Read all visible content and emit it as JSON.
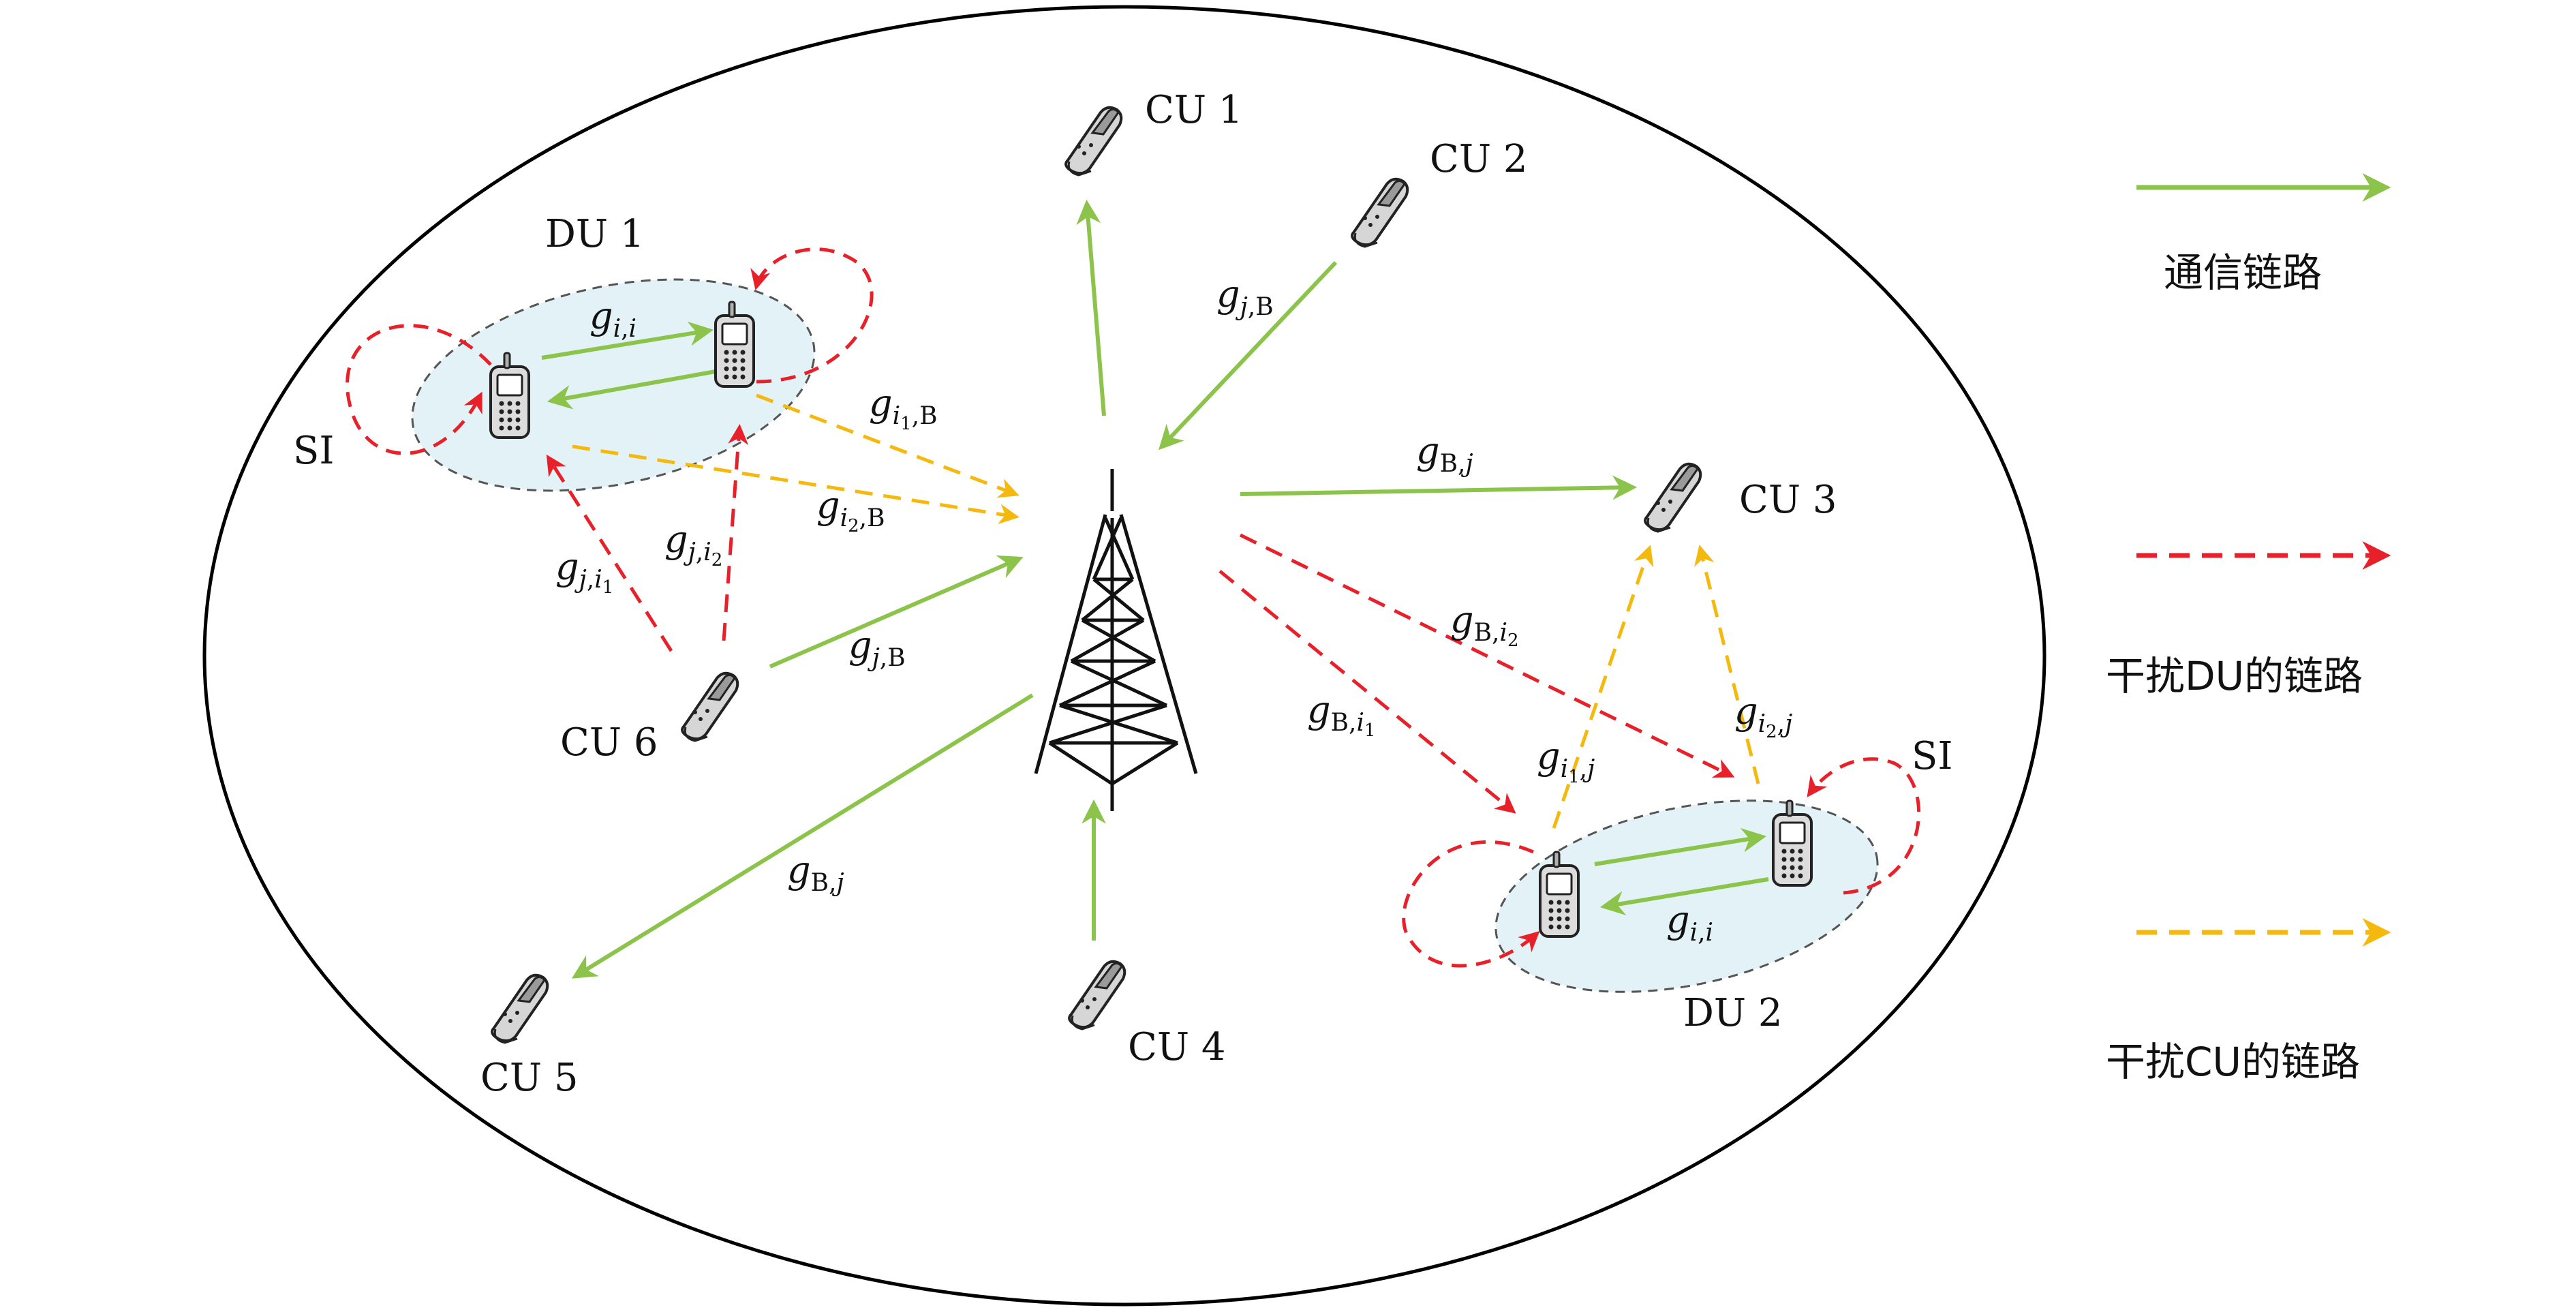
{
  "colors": {
    "communication": "#8cc34a",
    "interfere_du": "#e8202a",
    "interfere_cu": "#f5b80c",
    "du_fill": "#e3f2f7",
    "phone_fill": "#c8c8c8",
    "ellipse_stroke": "#000000"
  },
  "legend": {
    "communication": "通信链路",
    "interfere_du": "干扰DU的链路",
    "interfere_cu": "干扰CU的链路"
  },
  "nodes": {
    "cu1": "CU 1",
    "cu2": "CU 2",
    "cu3": "CU 3",
    "cu4": "CU 4",
    "cu5": "CU 5",
    "cu6": "CU 6",
    "du1": "DU 1",
    "du2": "DU 2",
    "si_left": "SI",
    "si_right": "SI"
  },
  "math": {
    "g": "g",
    "i": "i",
    "j": "j",
    "B": "B",
    "comma": ",",
    "one": "1",
    "two": "2"
  },
  "icons": {
    "tower": "cell-tower-icon",
    "flip_phone": "flip-phone-icon",
    "candybar_phone": "mobile-phone-icon"
  }
}
